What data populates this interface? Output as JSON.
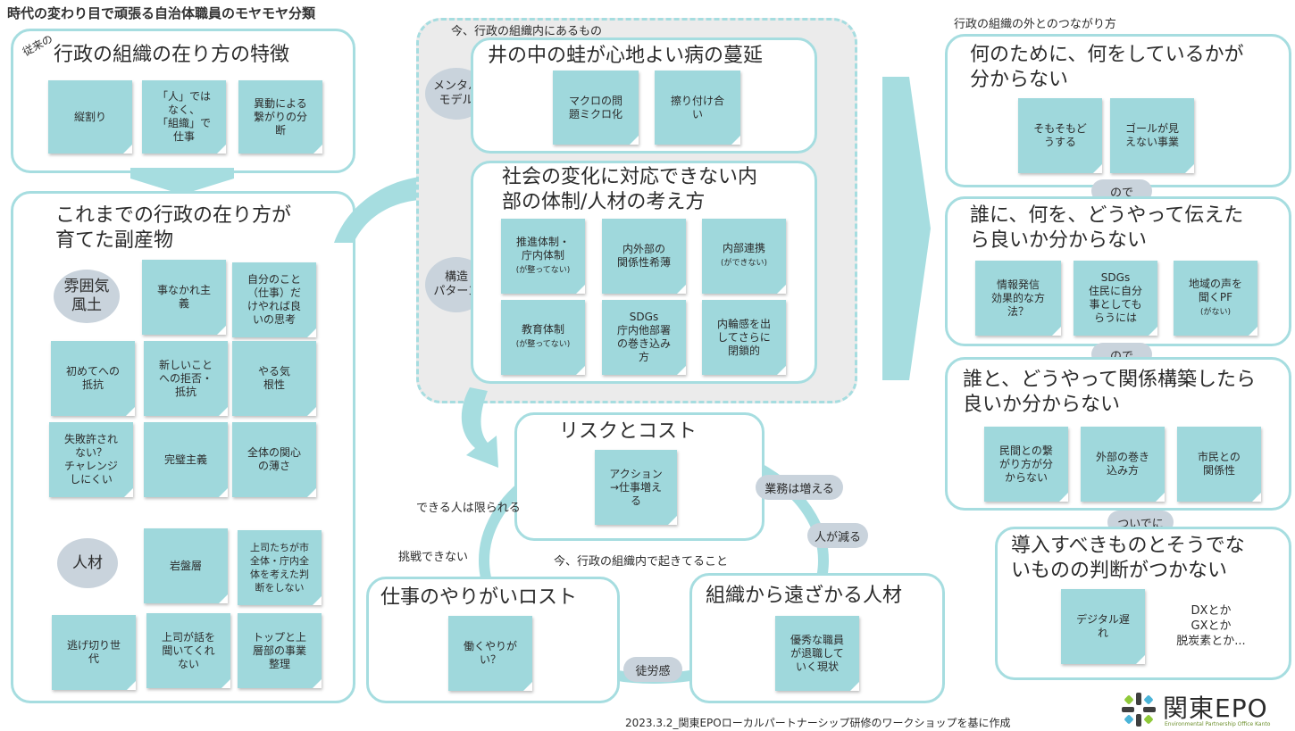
{
  "page_title": "時代の変わり目で頑張る自治体職員のモヤモヤ分類",
  "left": {
    "p1": {
      "tag": "従来の",
      "title": "行政の組織の在り方の特徴",
      "notes": [
        "縦割り",
        "「人」では\nなく、\n「組織」で\n仕事",
        "異動による\n繋がりの分\n断"
      ]
    },
    "p2": {
      "title": "これまでの行政の在り方が\n育てた副産物",
      "oval_atmosphere": "雰囲気\n風土",
      "oval_people": "人材",
      "atm_notes": [
        "事なかれ主\n義",
        "自分のこと\n（仕事）だ\nけやれば良\nいの思考",
        "初めてへの\n抵抗",
        "新しいこと\nへの拒否・\n抵抗",
        "やる気\n根性",
        "失敗許され\nない？\nチャレンジ\nしにくい",
        "完璧主義",
        "全体の関心\nの薄さ"
      ],
      "people_notes": [
        "岩盤層",
        "上司たちが市\n全体・庁内全\n体を考えた判\n断をしない",
        "逃げ切り世\n代",
        "上司が話を\n聞いてくれ\nない",
        "トップと上\n層部の事業\n整理"
      ]
    }
  },
  "middle": {
    "region_label": "今、行政の組織内にあるもの",
    "oval_mental": "メンタル\nモデル",
    "oval_structure": "構造\nパターン",
    "p3": {
      "title": "井の中の蛙が心地よい病の蔓延",
      "notes": [
        "マクロの問\n題ミクロ化",
        "擦り付け合\nい"
      ]
    },
    "p4": {
      "title": "社会の変化に対応できない内\n部の体制/人材の考え方",
      "notes": [
        {
          "main": "推進体制・\n庁内体制",
          "sub": "(が整ってない)"
        },
        {
          "main": "内外部の\n関係性希薄",
          "sub": ""
        },
        {
          "main": "内部連携",
          "sub": "(ができない)"
        },
        {
          "main": "教育体制",
          "sub": "(が整ってない)"
        },
        {
          "main": "SDGs\n庁内他部署\nの巻き込み\n方",
          "sub": ""
        },
        {
          "main": "内輪感を出\nしてさらに\n閉鎖的",
          "sub": ""
        }
      ]
    },
    "risk": {
      "title": "リスクとコスト",
      "note": "アクション\n→仕事増え\nる"
    },
    "cycle_label": "今、行政の組織内で起きてること",
    "labels": [
      "業務は増える",
      "人が減る",
      "できる人は限られる",
      "挑戦できない",
      "徒労感"
    ],
    "loss": {
      "title": "仕事のやりがいロスト",
      "note": "働くやりが\nい？"
    },
    "away": {
      "title": "組織から遠ざかる人材",
      "note": "優秀な職員\nが退職して\nいく現状"
    }
  },
  "right": {
    "region_label": "行政の組織の外とのつながり方",
    "r1": {
      "title": "何のために、何をしているかが\n分からない",
      "notes": [
        "そもそもど\nうする",
        "ゴールが見\nえない事業"
      ]
    },
    "conn1": "ので",
    "r2": {
      "title": "誰に、何を、どうやって伝えた\nら良いか分からない",
      "notes": [
        {
          "main": "情報発信\n効果的な方\n法？",
          "sub": ""
        },
        {
          "main": "SDGs\n住民に自分\n事としても\nらうには",
          "sub": ""
        },
        {
          "main": "地域の声を\n聞くPF",
          "sub": "(がない)"
        }
      ]
    },
    "conn2": "ので",
    "r3": {
      "title": "誰と、どうやって関係構築したら\n良いか分からない",
      "notes": [
        "民間との繋\nがり方が分\nからない",
        "外部の巻き\n込み方",
        "市民との\n関係性"
      ]
    },
    "conn3": "ついでに",
    "r4": {
      "title": "導入すべきものとそうでな\nいものの判断がつかない",
      "note": "デジタル遅\nれ",
      "extra": "DXとか\nGXとか\n脱炭素とか..."
    }
  },
  "footer": "2023.3.2_関東EPOローカルパートナーシップ研修のワークショップを基に作成",
  "logo": {
    "text": "関東EPO",
    "sub": "Environmental Partnership Office Kanto"
  },
  "colors": {
    "accent": "#a6dde0",
    "note": "#9fd8dc",
    "oval": "#c9d3dc",
    "region": "#ebebeb"
  }
}
